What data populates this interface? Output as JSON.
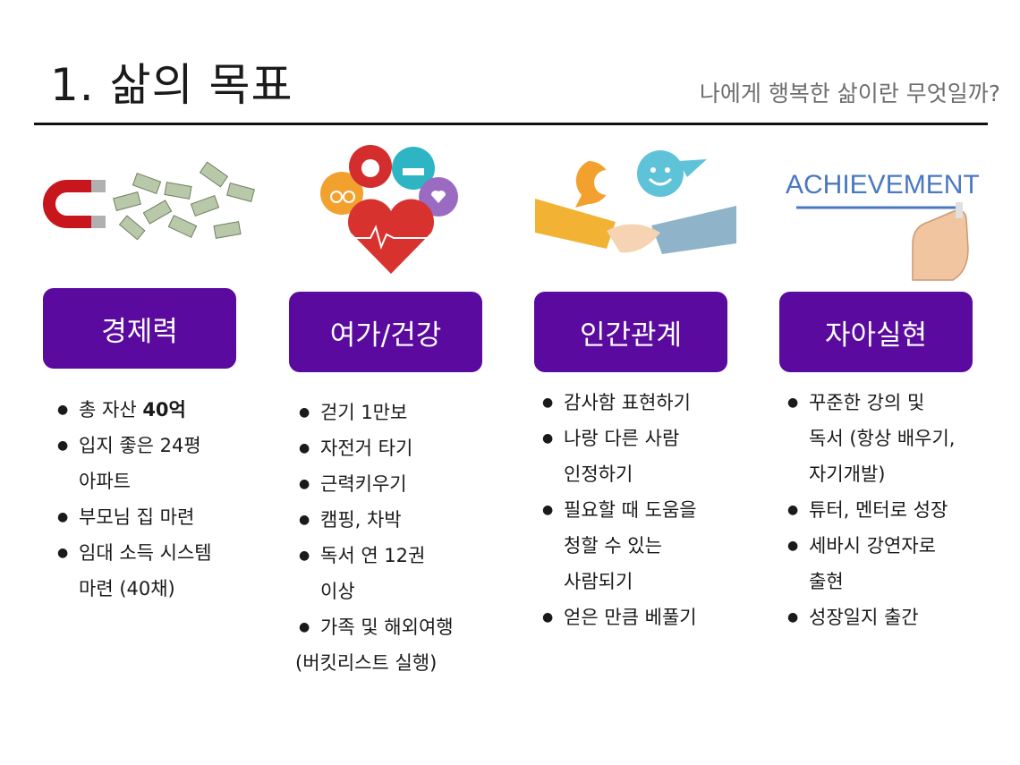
{
  "header": {
    "title": "1. 삶의 목표",
    "subtitle": "나에게 행복한 삶이란 무엇일까?"
  },
  "columns": [
    {
      "category": "경제력",
      "illustration_icon": "magnet-money-icon",
      "items": [
        {
          "text": "총 자산 ",
          "bold": "40억"
        },
        {
          "text": "입지 좋은 24평",
          "cont": "아파트"
        },
        {
          "text": "부모님 집 마련"
        },
        {
          "text": "임대 소득 시스템",
          "cont": "마련 (40채)"
        }
      ]
    },
    {
      "category": "여가/건강",
      "illustration_icon": "health-leisure-icon",
      "items": [
        {
          "text": "걷기 1만보"
        },
        {
          "text": "자전거 타기"
        },
        {
          "text": "근력키우기"
        },
        {
          "text": "캠핑, 차박"
        },
        {
          "text": "독서 연 12권",
          "cont": "이상"
        },
        {
          "text": "가족 및 해외여행"
        },
        {
          "text": "(버킷리스트 실행)",
          "plain": true
        }
      ]
    },
    {
      "category": "인간관계",
      "illustration_icon": "handshake-icon",
      "items": [
        {
          "text": "감사함 표현하기"
        },
        {
          "text": "나랑 다른 사람",
          "cont": "인정하기"
        },
        {
          "text": "필요할 때 도움을",
          "cont": "청할 수 있는",
          "cont2": "사람되기"
        },
        {
          "text": "얻은 만큼 베풀기"
        }
      ]
    },
    {
      "category": "자아실현",
      "illustration_icon": "achievement-hand-icon",
      "illustration_text": "ACHIEVEMENT",
      "items": [
        {
          "text": "꾸준한 강의 및",
          "cont": "독서 (항상 배우기,",
          "cont2": "자기개발)"
        },
        {
          "text": "튜터, 멘터로 성장"
        },
        {
          "text": "세바시 강연자로",
          "cont": "출현"
        },
        {
          "text": "성장일지 출간"
        }
      ]
    }
  ],
  "colors": {
    "category_bg": "#5a0a9e",
    "category_text": "#ffffff",
    "rule": "#111111",
    "subtitle": "#6e6e6e"
  }
}
